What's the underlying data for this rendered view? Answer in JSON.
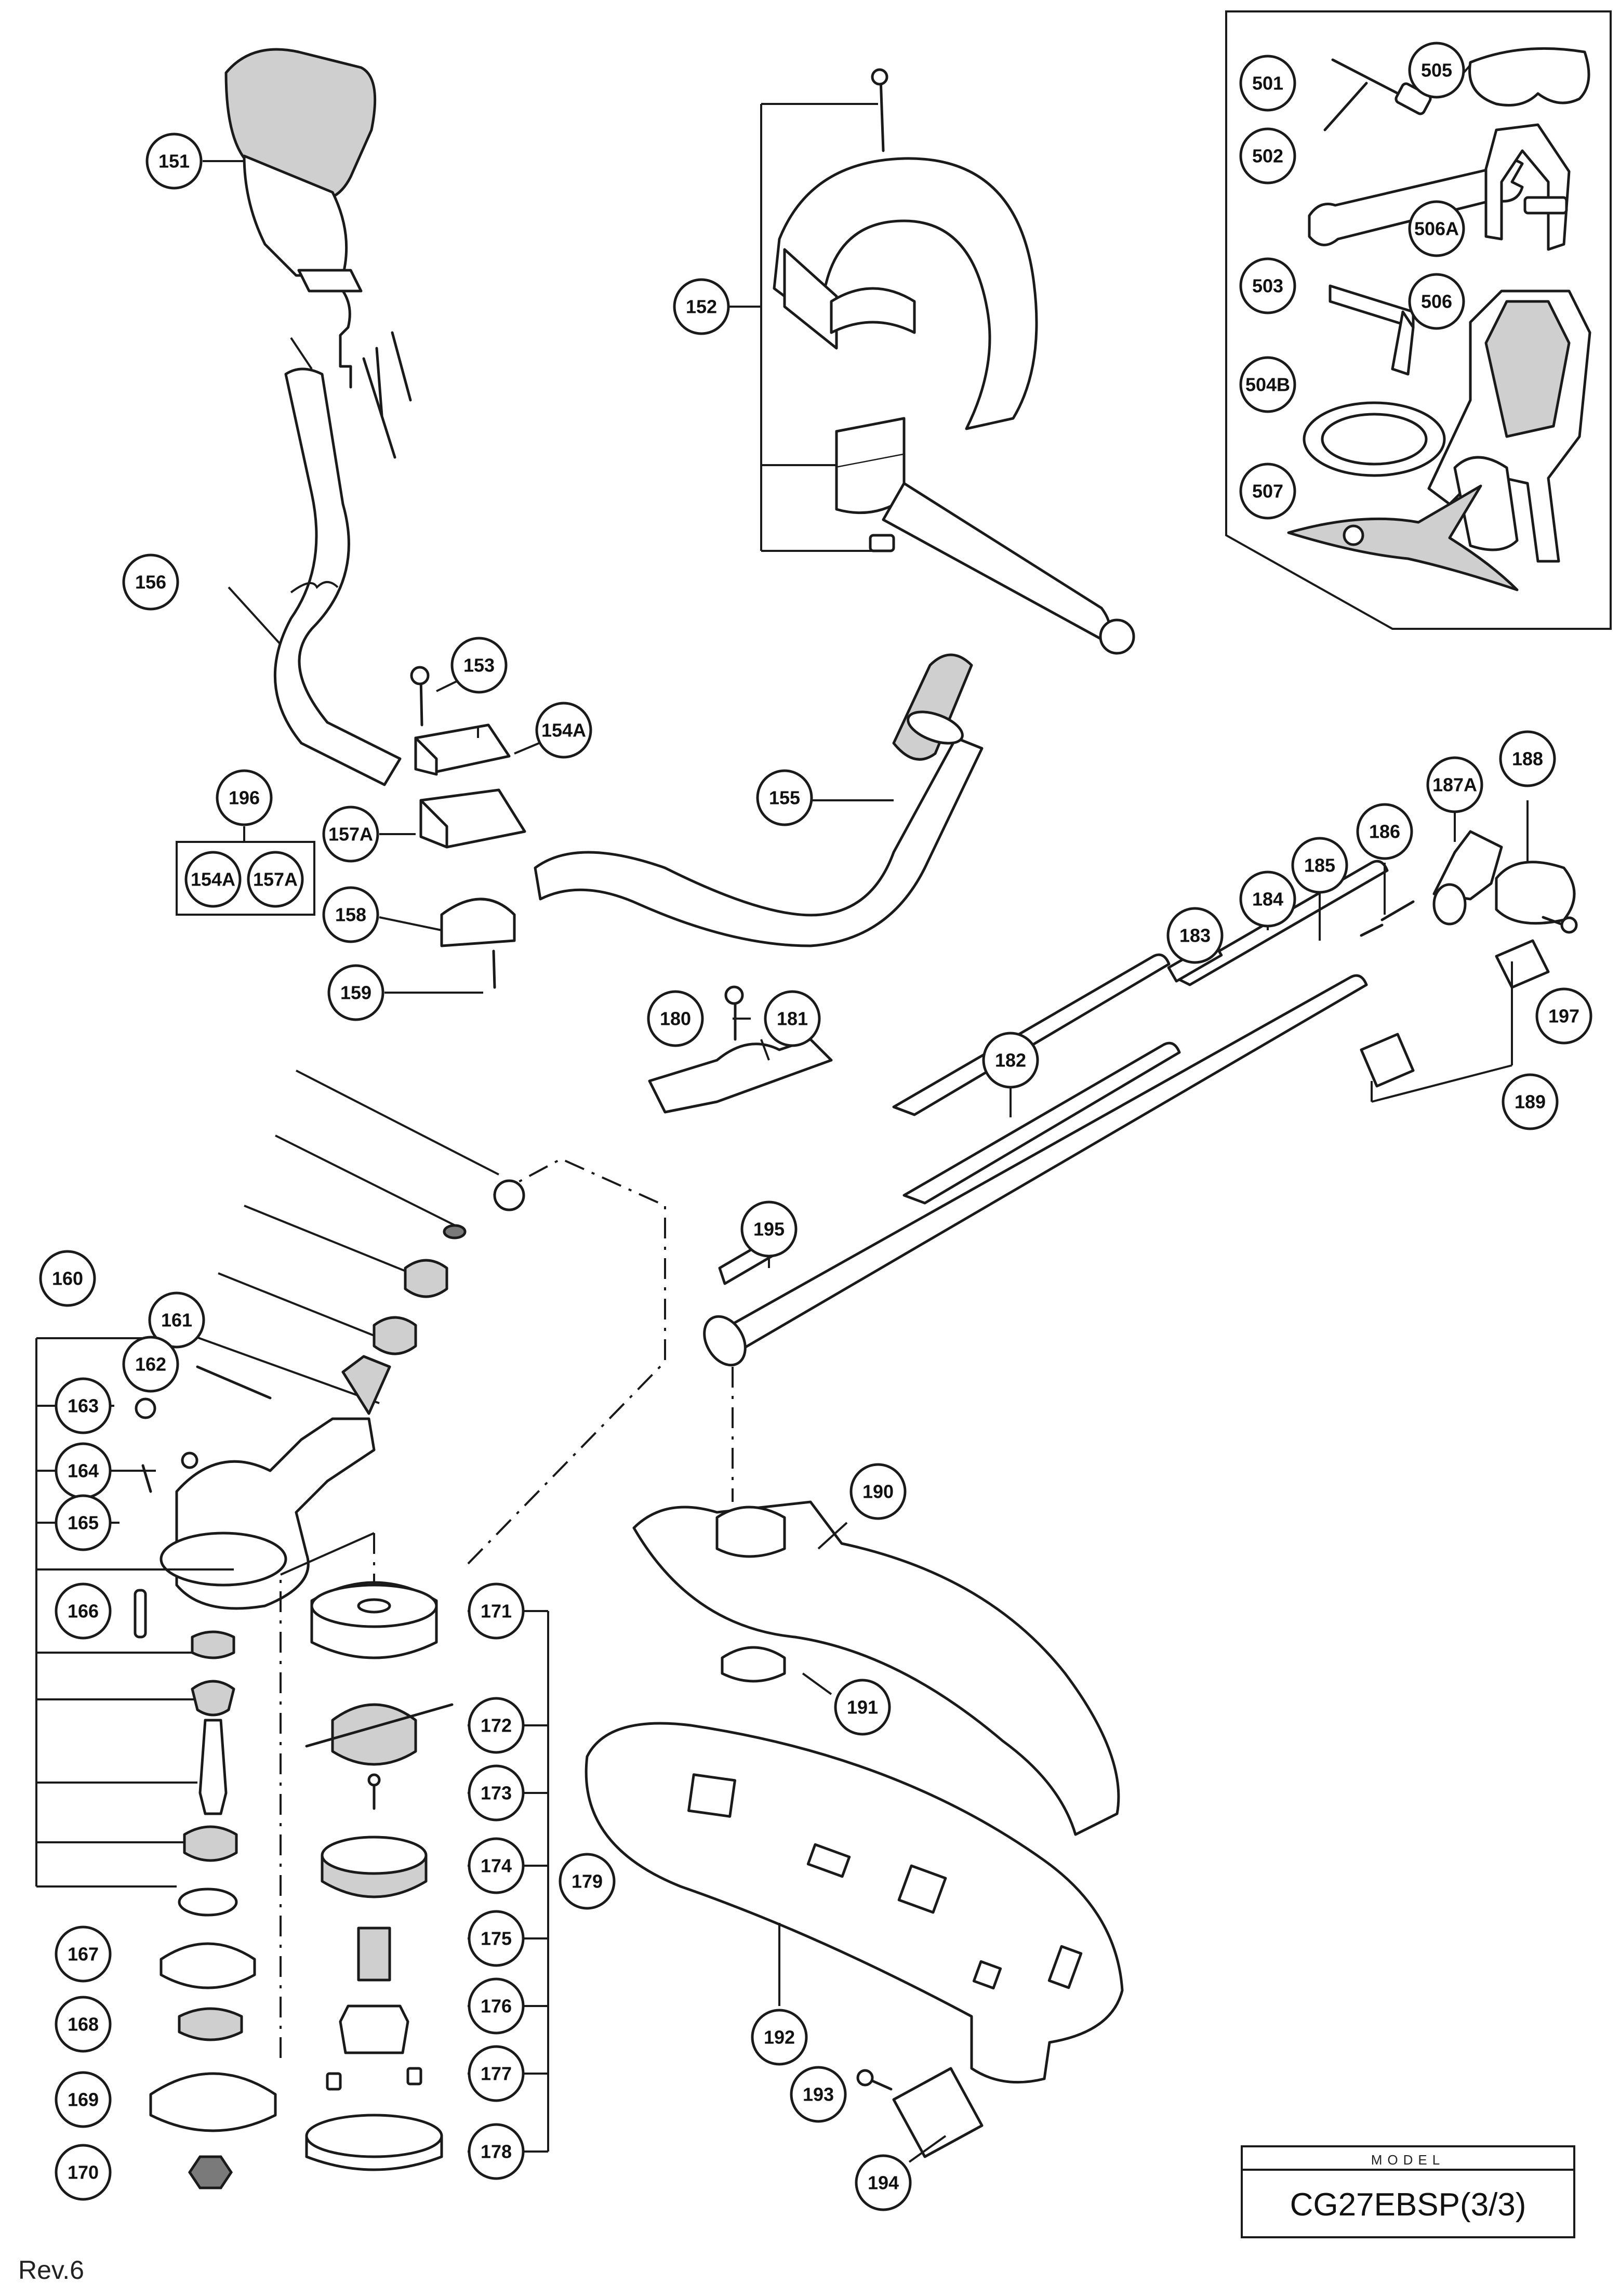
{
  "diagram": {
    "model_label": "MODEL",
    "model_value": "CG27EBSP(3/3)",
    "revision": "Rev.6",
    "callouts": [
      "151",
      "152",
      "153",
      "154A",
      "155",
      "156",
      "157A",
      "158",
      "159",
      "160",
      "161",
      "162",
      "163",
      "164",
      "165",
      "166",
      "167",
      "168",
      "169",
      "170",
      "171",
      "172",
      "173",
      "174",
      "175",
      "176",
      "177",
      "178",
      "179",
      "180",
      "181",
      "182",
      "183",
      "184",
      "185",
      "186",
      "187A",
      "188",
      "189",
      "190",
      "191",
      "192",
      "193",
      "194",
      "195",
      "196",
      "197",
      "501",
      "502",
      "503",
      "504B",
      "505",
      "506",
      "506A",
      "507"
    ],
    "kit_196_contents": [
      "154A",
      "157A"
    ]
  }
}
